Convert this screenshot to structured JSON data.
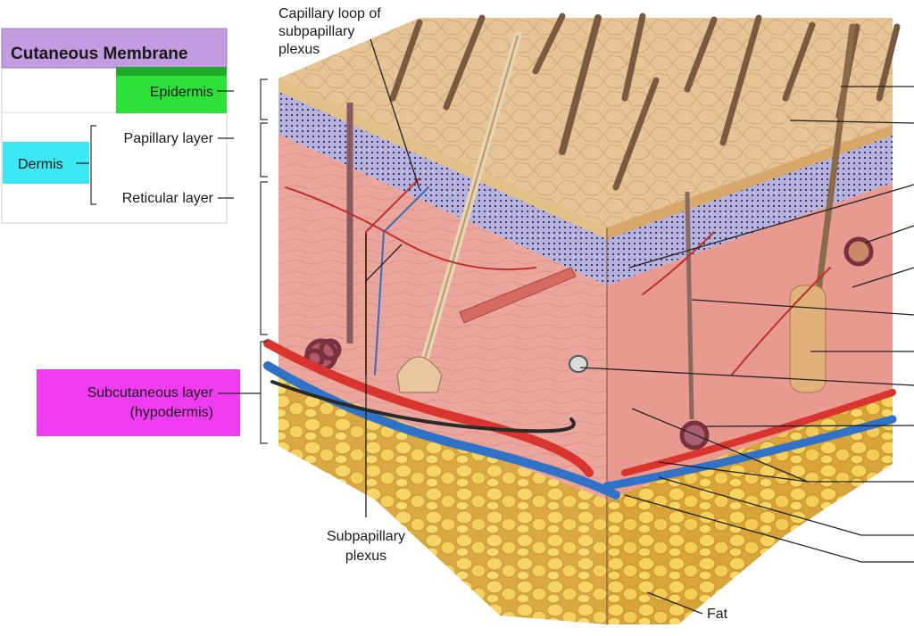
{
  "panel": {
    "title": "Cutaneous Membrane",
    "epidermis": "Epidermis",
    "dermis": "Dermis",
    "papillary_layer": "Papillary layer",
    "reticular_layer": "Reticular layer"
  },
  "labels": {
    "capillary_loop": [
      "Capillary loop of",
      "subpapillary",
      "plexus"
    ],
    "subcutaneous": [
      "Subcutaneous layer",
      "(hypodermis)"
    ],
    "subpapillary_plexus": [
      "Subpapillary",
      "plexus"
    ],
    "fat": "Fat"
  },
  "colors": {
    "title_bar": "#c39be0",
    "epidermis_box": "#2ee03a",
    "dermis_box": "#3de8f5",
    "subcutaneous_box": "#f03cf0",
    "skin_surface": "#e8c79a",
    "epidermis_band": "#a9a4d6",
    "dermis": "#e9a39c",
    "fat": "#f2c94c"
  }
}
